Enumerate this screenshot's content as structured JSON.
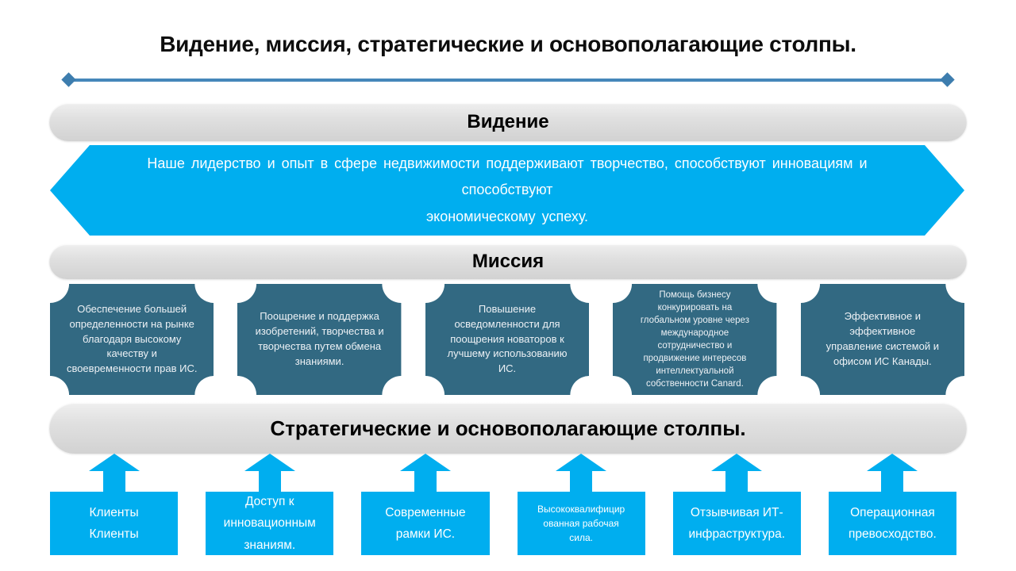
{
  "slide": {
    "title": "Видение, миссия, стратегические и основополагающие столпы.",
    "colors": {
      "accent_cyan": "#00AEEF",
      "plaque_teal": "#326982",
      "banner_gray": "#DDDDDD",
      "timeline_blue": "#4687BA",
      "text_dark": "#0D0D0D",
      "text_light": "#FFFFFF"
    },
    "icons": {
      "timeline_endpoints": "diamond",
      "pillar_arrows": "block-up-arrow"
    }
  },
  "sections": {
    "vision": {
      "label": "Видение",
      "statement": "Наше лидерство и опыт в сфере недвижимости поддерживают творчество, способствуют инновациям и способствуют\nэкономическому успеху."
    },
    "mission": {
      "label": "Миссия",
      "items": [
        "Обеспечение большей\nопределенности на рынке\nблагодаря высокому качеству и\nсвоевременности прав ИС.",
        "Поощрение и поддержка\nизобретений, творчества и\nтворчества путем обмена\nзнаниями.",
        "Повышение\nосведомленности для\nпоощрения новаторов к\nлучшему использованию\nИС.",
        "Помощь бизнесу\nконкурировать на\nглобальном уровне через\nмеждународное\nсотрудничество и\nпродвижение интересов\nинтеллектуальной\nсобственности Canard.",
        "Эффективное и эффективное\nуправление системой и\nофисом ИС Канады."
      ]
    },
    "pillars": {
      "label": "Стратегические и основополагающие столпы.",
      "items": [
        "Клиенты\nКлиенты",
        "Доступ к\nинновационным\nзнаниям.",
        "Современные\nрамки ИС.",
        "Высококвалифицир\nованная рабочая\nсила.",
        "Отзывчивая ИТ-\nинфраструктура.",
        "Операционная\nпревосходство."
      ]
    }
  }
}
